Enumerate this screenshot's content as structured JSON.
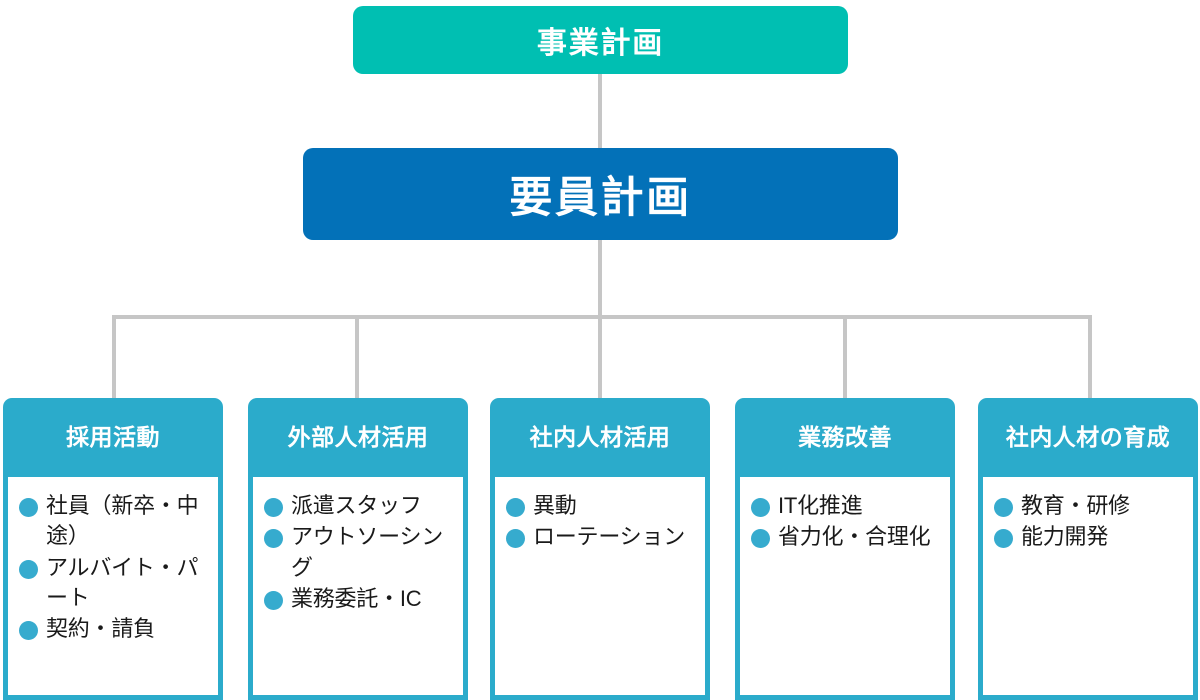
{
  "diagram": {
    "title_top": "事業計画",
    "title_second": "要員計画",
    "colors": {
      "teal_top": "#00BFB2",
      "blue": "#0371B8",
      "card_header": "#2BABCB",
      "bullet": "#36ABCE",
      "connector": "#c6c6c6"
    },
    "cards": [
      {
        "header": "採用活動",
        "items": [
          "社員（新卒・中途）",
          "アルバイト・パート",
          "契約・請負"
        ]
      },
      {
        "header": "外部人材活用",
        "items": [
          "派遣スタッフ",
          "アウトソーシング",
          "業務委託・IC"
        ]
      },
      {
        "header": "社内人材活用",
        "items": [
          "異動",
          "ローテーション"
        ]
      },
      {
        "header": "業務改善",
        "items": [
          "IT化推進",
          "省力化・合理化"
        ]
      },
      {
        "header": "社内人材の育成",
        "items": [
          "教育・研修",
          "能力開発"
        ]
      }
    ]
  }
}
